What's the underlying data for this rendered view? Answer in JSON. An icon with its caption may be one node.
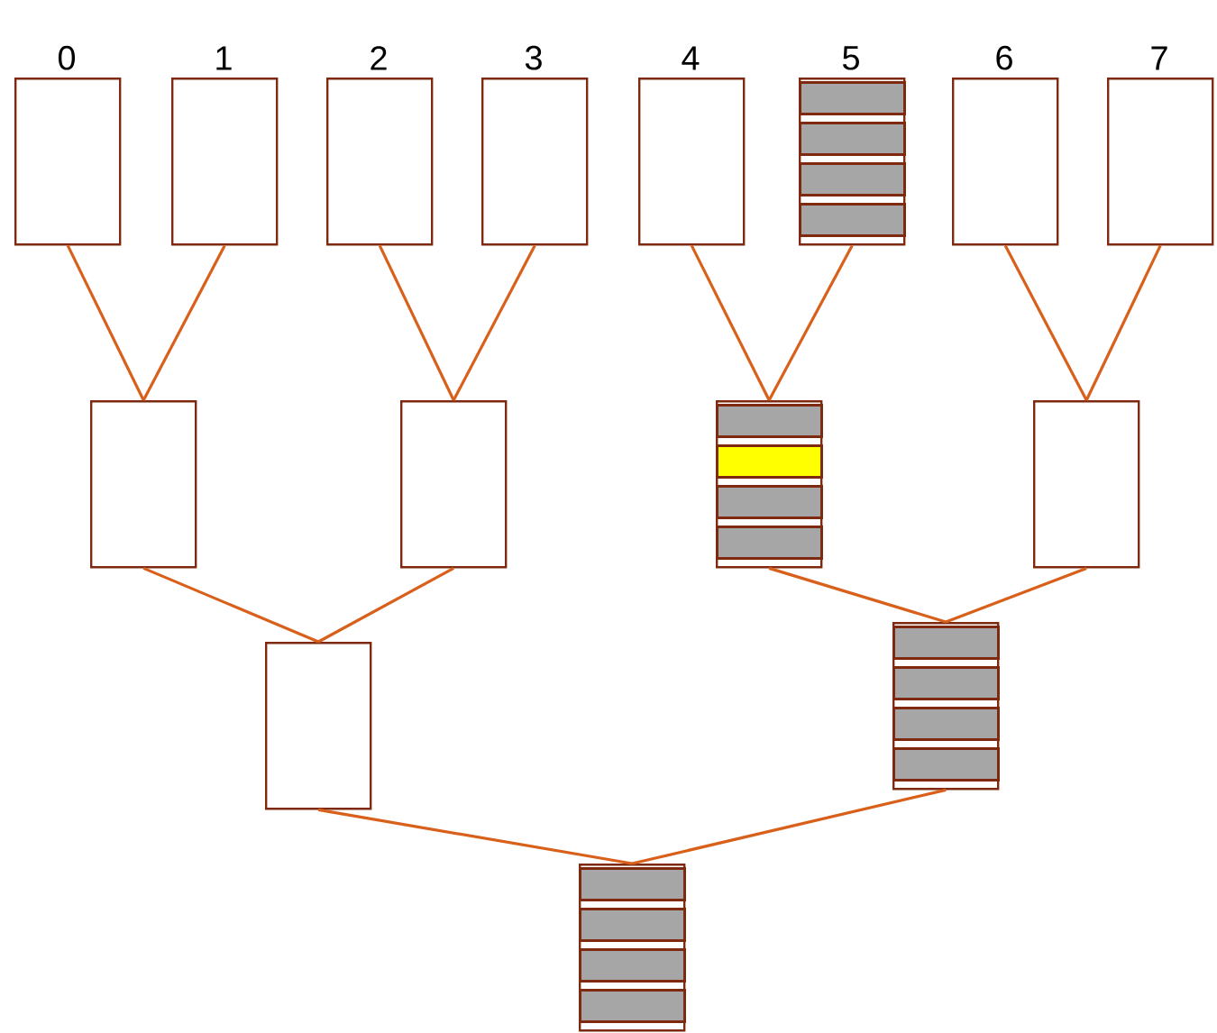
{
  "diagram": {
    "nodes": [
      {
        "text": [
          "0"
        ]
      },
      {
        "text": [
          "1"
        ]
      },
      {
        "text": [
          "2"
        ]
      },
      {
        "text": [
          "3"
        ]
      },
      {
        "text": [
          "4"
        ]
      },
      {
        "text": [
          "5"
        ]
      },
      {
        "text": [
          "6"
        ]
      },
      {
        "text": [
          "7"
        ]
      },
      {
        "text": [],
        "shape": "box"
      },
      {
        "text": [],
        "shape": "box"
      },
      {
        "text": [],
        "shape": "box"
      },
      {
        "text": [],
        "shape": "box"
      },
      {
        "text": [],
        "shape": "box"
      },
      {
        "text": [],
        "shape": "box"
      },
      {
        "text": [],
        "shape": "box"
      },
      {
        "text": [],
        "shape": "bar",
        "in": 5
      },
      {
        "text": [],
        "shape": "bar",
        "in": 5
      },
      {
        "text": [],
        "shape": "bar",
        "in": 5
      },
      {
        "text": [],
        "shape": "bar",
        "in": 5
      },
      {
        "text": [],
        "shape": "bar",
        "in": 10
      },
      {
        "text": [],
        "shape": "bar",
        "in": 10
      },
      {
        "text": [],
        "shape": "bar",
        "in": 10
      },
      {
        "text": [],
        "shape": "bar",
        "in": 10
      },
      {
        "text": [],
        "shape": "bar",
        "in": 13
      },
      {
        "text": [],
        "shape": "bar",
        "in": 13
      },
      {
        "text": [],
        "shape": "bar",
        "in": 13
      },
      {
        "text": [],
        "shape": "bar",
        "in": 13
      },
      {
        "text": [],
        "shape": "bar",
        "in": 14
      },
      {
        "text": [],
        "shape": "bar",
        "in": 14
      },
      {
        "text": [],
        "shape": "bar",
        "in": 14
      },
      {
        "text": [],
        "shape": "bar",
        "in": 14
      }
    ],
    "edges": [
      {
        "from": 0,
        "to": 8,
        "arrow": "none"
      },
      {
        "from": 1,
        "to": 8,
        "arrow": "none"
      },
      {
        "from": 2,
        "to": 9,
        "arrow": "none"
      },
      {
        "from": 3,
        "to": 9,
        "arrow": "none"
      },
      {
        "from": 4,
        "to": 10,
        "arrow": "none"
      },
      {
        "from": 5,
        "to": 10,
        "arrow": "none"
      },
      {
        "from": 6,
        "to": 11,
        "arrow": "none"
      },
      {
        "from": 7,
        "to": 11,
        "arrow": "none"
      },
      {
        "from": 8,
        "to": 12,
        "arrow": "none"
      },
      {
        "from": 9,
        "to": 12,
        "arrow": "none"
      },
      {
        "from": 10,
        "to": 13,
        "arrow": "none"
      },
      {
        "from": 11,
        "to": 13,
        "arrow": "none"
      },
      {
        "from": 12,
        "to": 14,
        "arrow": "none"
      },
      {
        "from": 13,
        "to": 14,
        "arrow": "none"
      }
    ]
  }
}
